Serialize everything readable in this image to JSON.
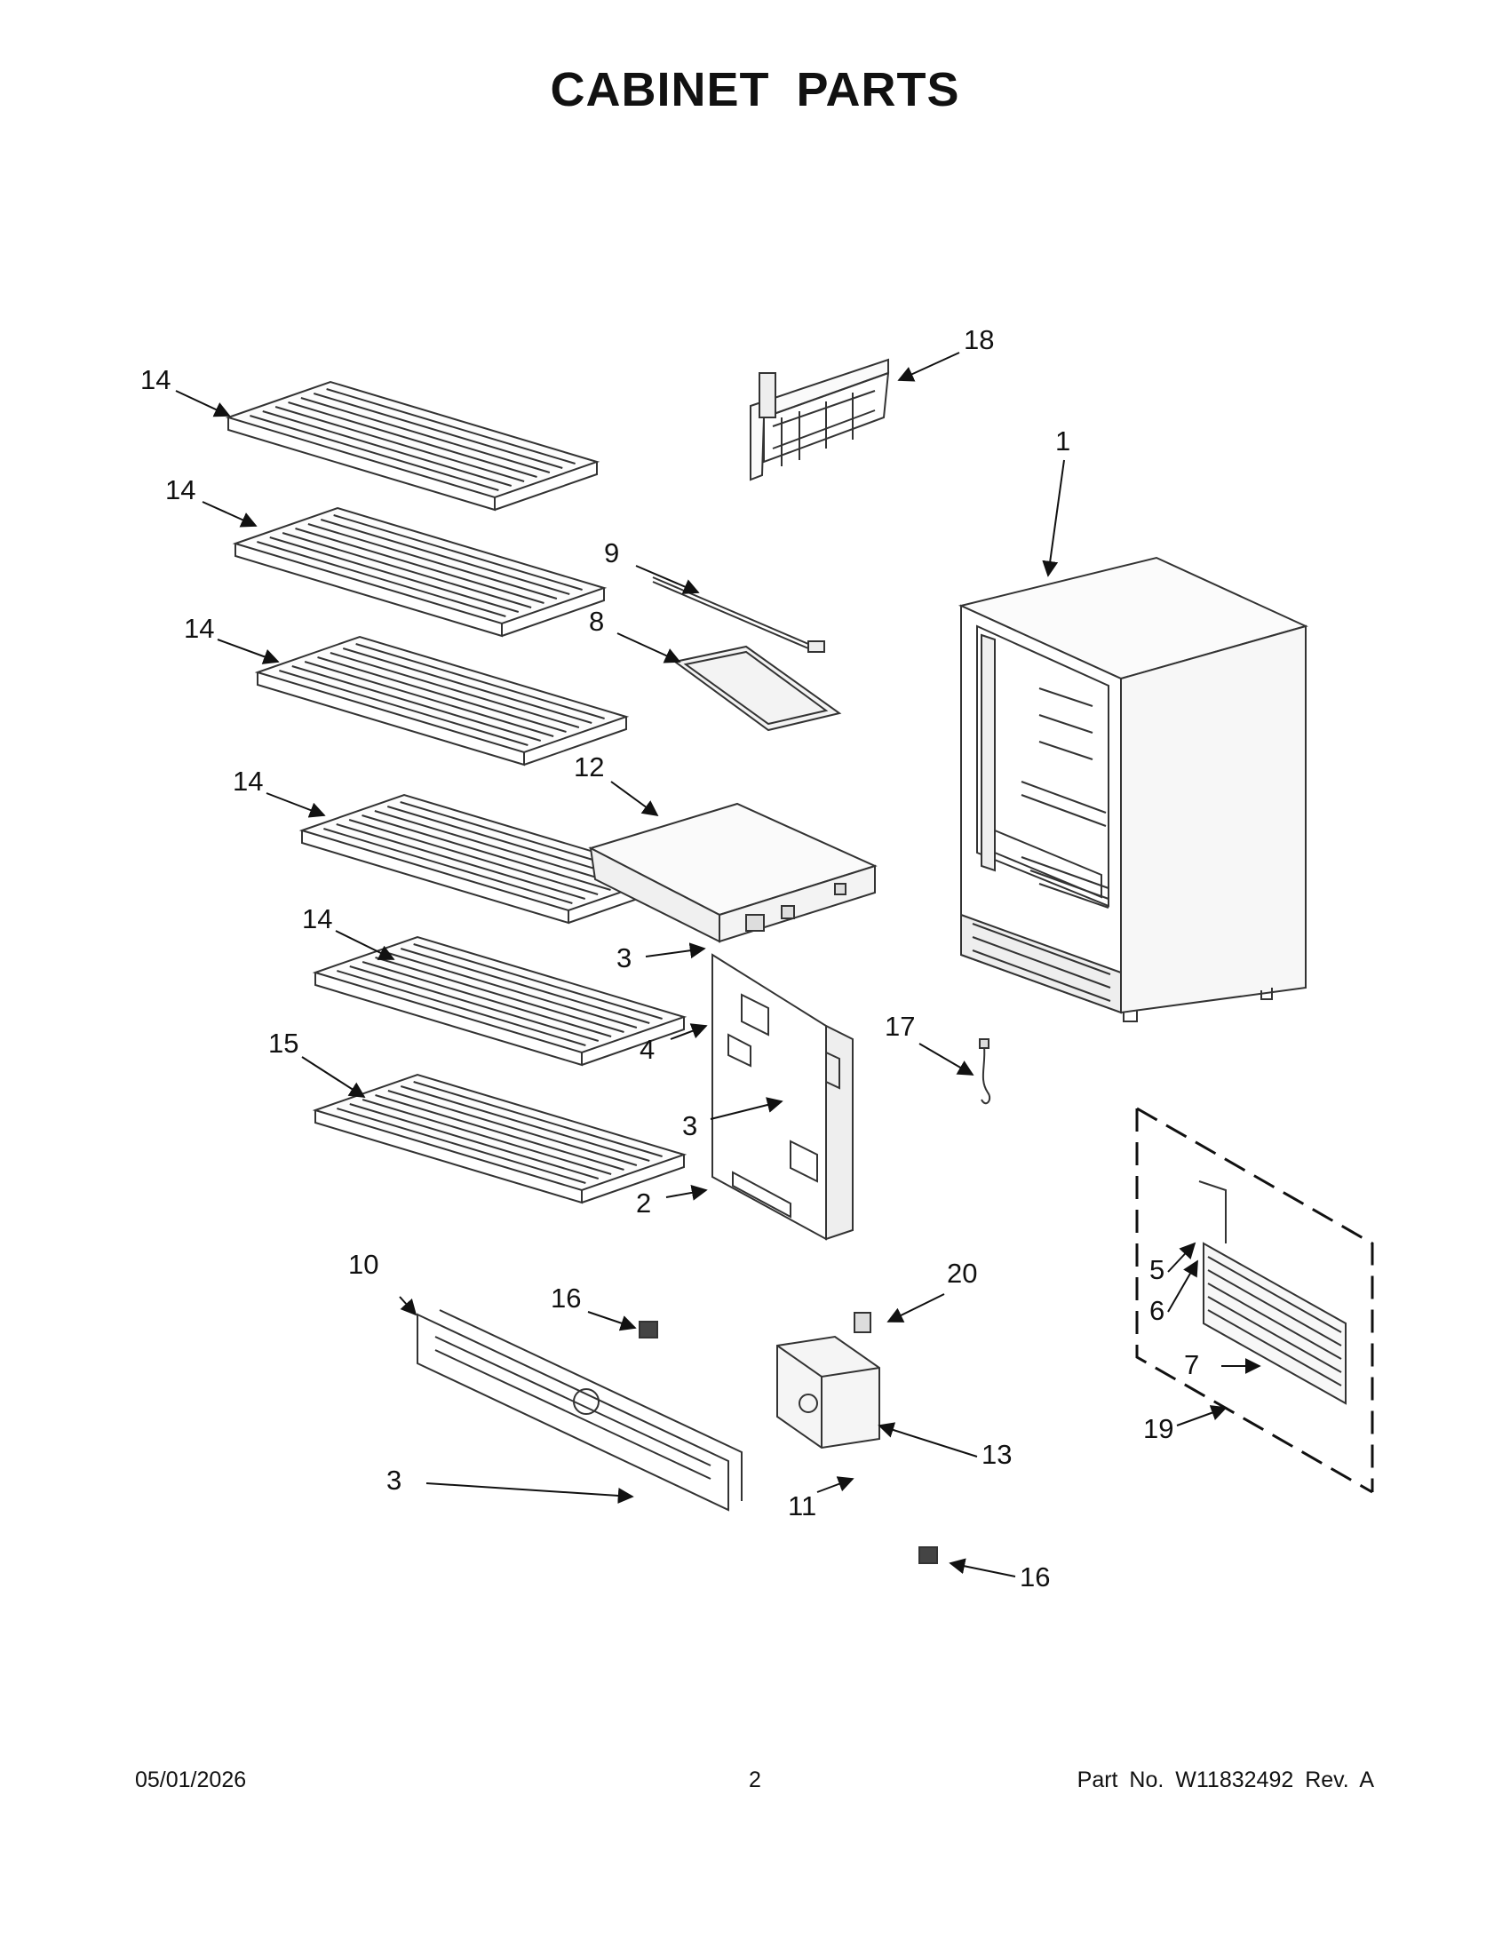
{
  "page": {
    "title": "CABINET PARTS"
  },
  "callouts": [
    {
      "label": "14"
    },
    {
      "label": "14"
    },
    {
      "label": "14"
    },
    {
      "label": "14"
    },
    {
      "label": "14"
    },
    {
      "label": "15"
    },
    {
      "label": "18"
    },
    {
      "label": "1"
    },
    {
      "label": "9"
    },
    {
      "label": "8"
    },
    {
      "label": "12"
    },
    {
      "label": "3"
    },
    {
      "label": "4"
    },
    {
      "label": "3"
    },
    {
      "label": "2"
    },
    {
      "label": "17"
    },
    {
      "label": "10"
    },
    {
      "label": "16"
    },
    {
      "label": "3"
    },
    {
      "label": "20"
    },
    {
      "label": "13"
    },
    {
      "label": "11"
    },
    {
      "label": "16"
    },
    {
      "label": "5"
    },
    {
      "label": "6"
    },
    {
      "label": "7"
    },
    {
      "label": "19"
    }
  ],
  "footer": {
    "date": "05/01/2026",
    "page_number": "2",
    "part_number": "Part No.  W11832492  Rev.  A"
  },
  "colors": {
    "ink": "#111111",
    "line": "#333333",
    "paper": "#ffffff"
  }
}
